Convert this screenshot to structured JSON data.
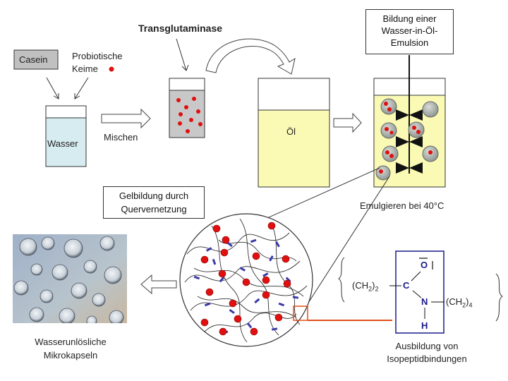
{
  "labels": {
    "casein": "Casein",
    "probiotic_line1": "Probiotische",
    "probiotic_line2": "Keime",
    "transglutaminase": "Transglutaminase",
    "water": "Wasser",
    "mixing": "Mischen",
    "oil": "Öl",
    "emulsion_line1": "Bildung einer",
    "emulsion_line2": "Wasser-in-Öl-",
    "emulsion_line3": "Emulsion",
    "emulsify": "Emulgieren bei 40°C",
    "gel_line1": "Gelbildung durch",
    "gel_line2": "Quervernetzung",
    "capsules_line1": "Wasserunlösliche",
    "capsules_line2": "Mikrokapseln",
    "isopeptide_line1": "Ausbildung von",
    "isopeptide_line2": "Isopeptidbindungen"
  },
  "chemistry": {
    "left_group": "(CH",
    "left_sub": "2",
    "left_close": ")",
    "left_count": "2",
    "c_atom": "C",
    "o_atom": "O",
    "n_atom": "N",
    "h_atom": "H",
    "right_group": "(CH",
    "right_sub": "2",
    "right_close": ")",
    "right_count": "4"
  },
  "colors": {
    "dot_red": "#e01010",
    "oil_yellow": "#fafab4",
    "water_blue": "#d6ecf0",
    "beaker_grey": "#c8c8c8",
    "highlight_orange": "#e0501a",
    "crosslink_blue": "#3a3aa8",
    "molecule_box_blue": "#1a1a8c"
  }
}
